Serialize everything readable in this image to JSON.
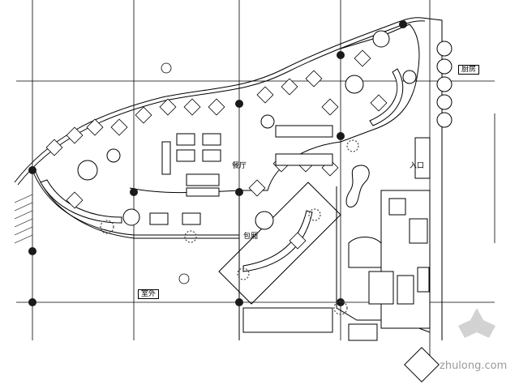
{
  "labels": {
    "center_label": "餐厅",
    "room_label": "包厢",
    "lower_left_label": "室外",
    "corner_box": "入口",
    "right_box": "厨房"
  },
  "watermark": {
    "text": "zhulong.com"
  },
  "colors": {
    "line": "#000000",
    "fill_dark": "#1a1a1a",
    "watermark": "#9a9a9a",
    "shrub": "#444444"
  }
}
